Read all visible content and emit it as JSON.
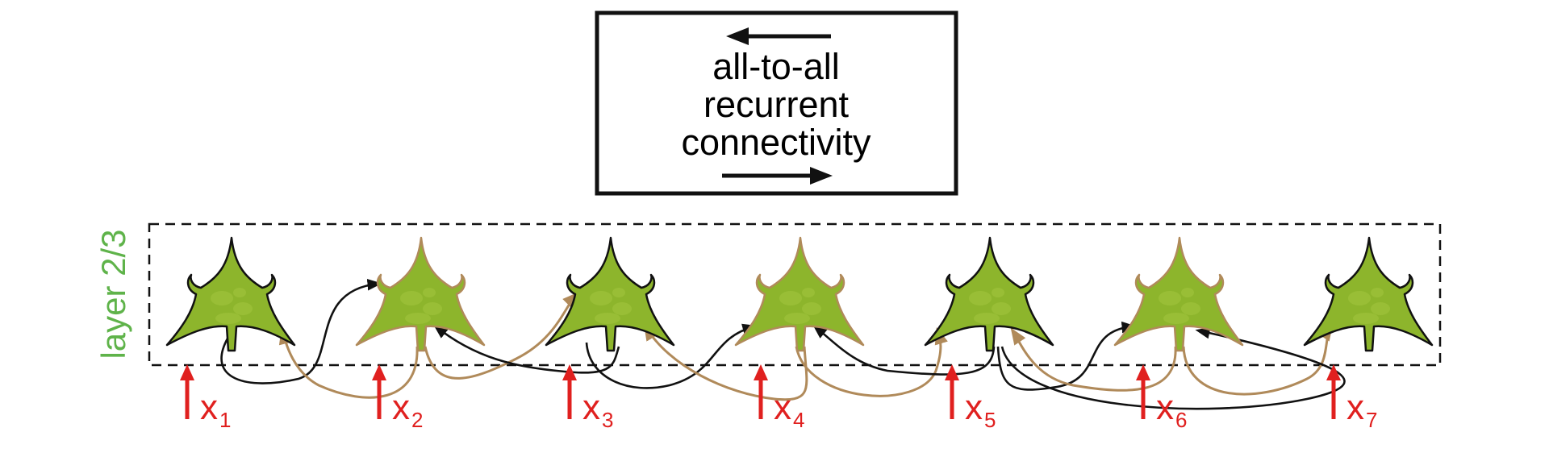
{
  "title_box": {
    "lines": [
      "all-to-all",
      "recurrent",
      "connectivity"
    ]
  },
  "layer_label": "layer 2/3",
  "inputs": [
    {
      "letter": "x",
      "index": "1"
    },
    {
      "letter": "x",
      "index": "2"
    },
    {
      "letter": "x",
      "index": "3"
    },
    {
      "letter": "x",
      "index": "4"
    },
    {
      "letter": "x",
      "index": "5"
    },
    {
      "letter": "x",
      "index": "6"
    },
    {
      "letter": "x",
      "index": "7"
    }
  ],
  "neurons": [
    {
      "style": "dark"
    },
    {
      "style": "tan"
    },
    {
      "style": "dark"
    },
    {
      "style": "tan"
    },
    {
      "style": "dark"
    },
    {
      "style": "tan"
    },
    {
      "style": "dark"
    }
  ],
  "colors": {
    "soma_fill": "#8db52c",
    "soma_fill_light": "#9cc03a",
    "dark_outline": "#111111",
    "tan_outline": "#b08a5a",
    "input_arrow": "#e0201f",
    "layer_label": "#5fb34a",
    "black_connection": "#111111",
    "tan_connection": "#b08a5a"
  }
}
